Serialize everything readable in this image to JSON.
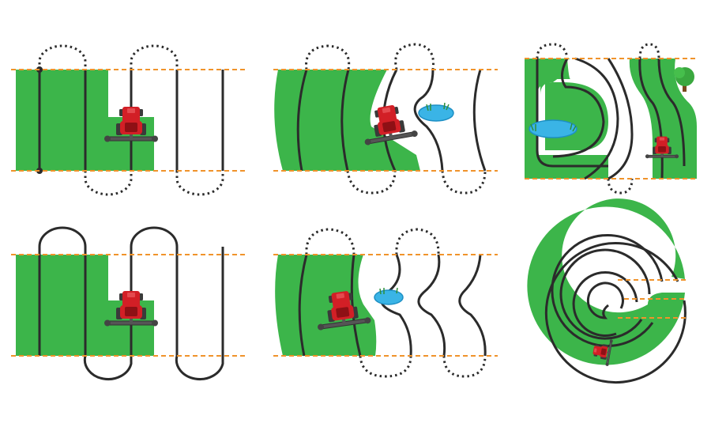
{
  "colors": {
    "field": "#3cb54a",
    "track": "#2b2b2b",
    "headland": "#f0932b",
    "tractor_body": "#d21f26",
    "tractor_dark": "#8e1015",
    "implement": "#555555",
    "water": "#3ab4e6",
    "water_edge": "#1d8fc4",
    "reeds": "#2f8f3a",
    "tree": "#3aa83f",
    "trunk": "#7a4a1e"
  },
  "icons": [
    "tractor-icon",
    "pond-icon",
    "tree-icon"
  ],
  "diagrams": [
    {
      "id": "straight-ab-lines",
      "turn_style": "dotted",
      "obstacle": "none"
    },
    {
      "id": "curved-ab-lines",
      "turn_style": "dotted",
      "obstacle": "pond"
    },
    {
      "id": "contour-field",
      "turn_style": "dotted",
      "obstacle": "pond-and-tree"
    },
    {
      "id": "straight-auto-turns",
      "turn_style": "solid",
      "obstacle": "none"
    },
    {
      "id": "curved-lines-pond",
      "turn_style": "dotted",
      "obstacle": "pond"
    },
    {
      "id": "circular-spiral",
      "turn_style": "none",
      "obstacle": "none"
    }
  ]
}
